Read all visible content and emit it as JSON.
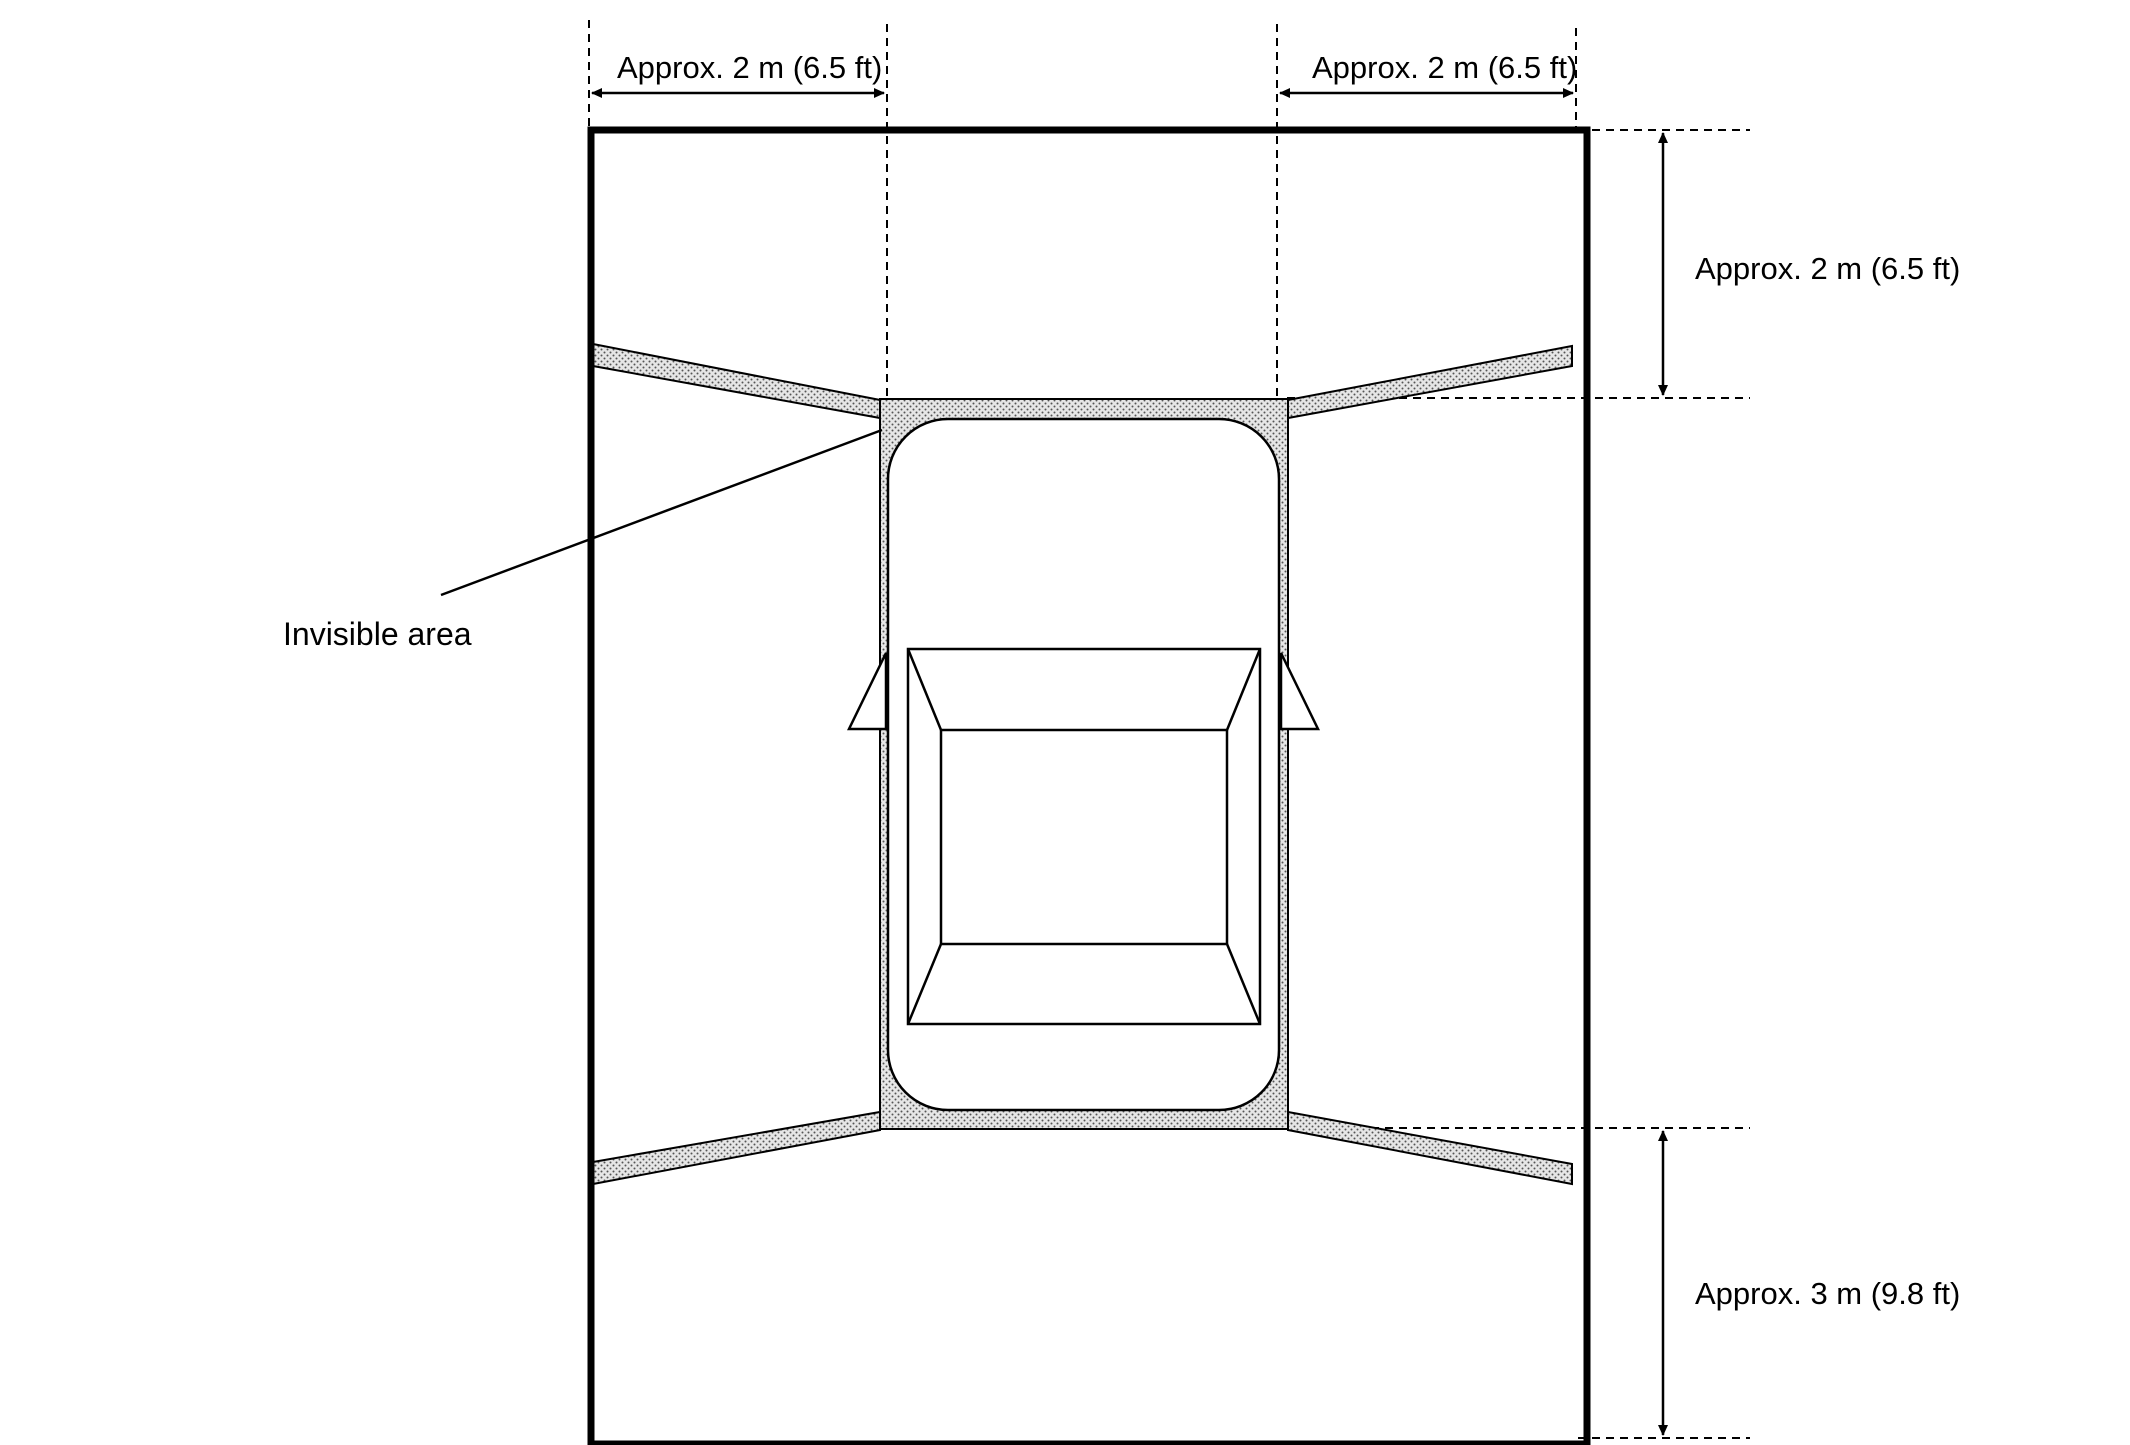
{
  "dimensions": {
    "top_left": "Approx. 2 m (6.5 ft)",
    "top_right": "Approx. 2 m (6.5 ft)",
    "right_front": "Approx. 2 m (6.5 ft)",
    "right_rear": "Approx. 3 m (9.8 ft)"
  },
  "labels": {
    "invisible_area": "Invisible area"
  },
  "colors": {
    "line": "#000000",
    "hatch_fill": "#d9d9d9",
    "background": "#ffffff"
  }
}
